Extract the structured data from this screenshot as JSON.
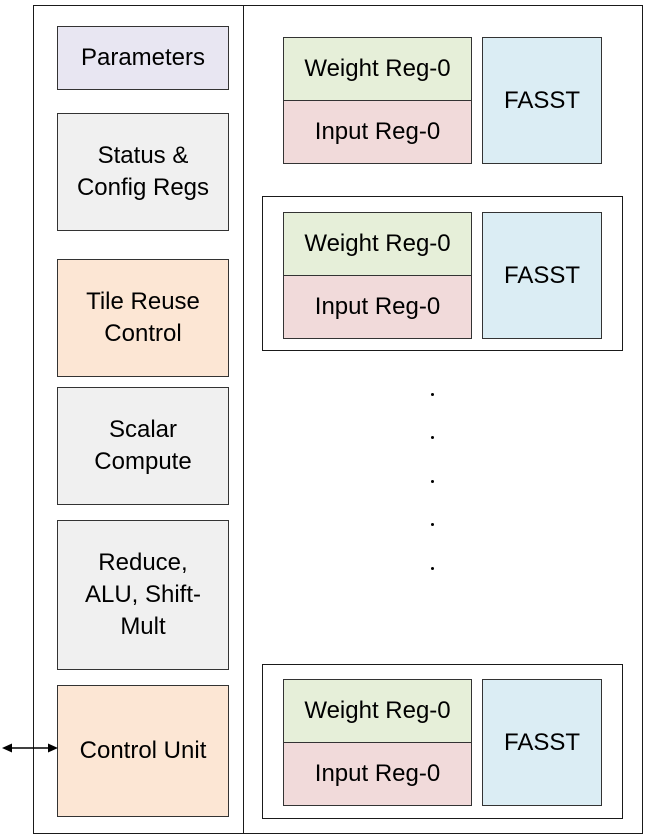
{
  "colors": {
    "lavender": "#e8e6f2",
    "grey": "#f0f0f0",
    "peach": "#fce6d4",
    "green": "#e6efd9",
    "pink": "#f1dada",
    "blue": "#dbedf4",
    "stroke": "#333333"
  },
  "controller": {
    "parameters": "Parameters",
    "status_config": "Status &\nConfig Regs",
    "tile_reuse": "Tile Reuse\nControl",
    "scalar_compute": "Scalar\nCompute",
    "reduce_alu": "Reduce,\nALU, Shift-\nMult",
    "control_unit": "Control Unit"
  },
  "lanes": [
    {
      "weight_reg": "Weight Reg-0",
      "input_reg": "Input Reg-0",
      "fasst": "FASST"
    },
    {
      "weight_reg": "Weight Reg-0",
      "input_reg": "Input Reg-0",
      "fasst": "FASST"
    },
    {
      "weight_reg": "Weight Reg-0",
      "input_reg": "Input Reg-0",
      "fasst": "FASST"
    }
  ],
  "ellipsis": {
    "dot_count": 5
  }
}
